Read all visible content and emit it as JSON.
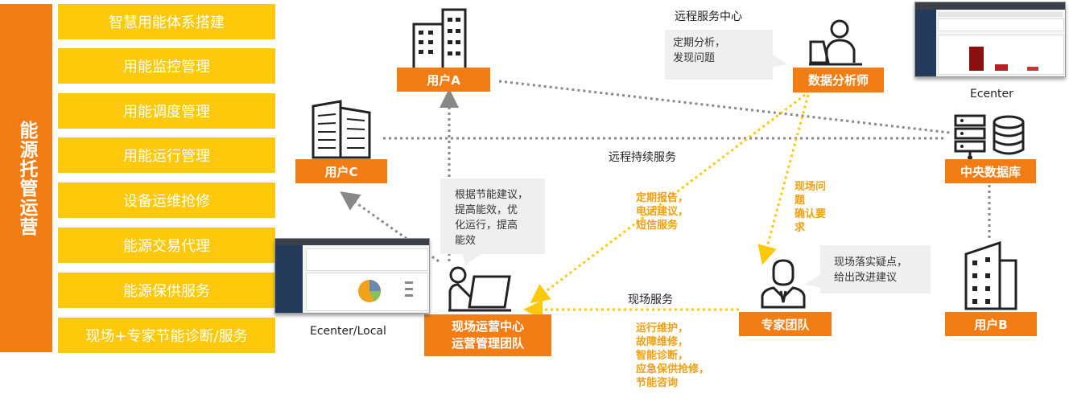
{
  "left_bar": {
    "title": "能源托管运营"
  },
  "services": [
    "智慧用能体系搭建",
    "用能监控管理",
    "用能调度管理",
    "用能运行管理",
    "设备运维抢修",
    "能源交易代理",
    "能源保供服务",
    "现场+专家节能诊断/服务"
  ],
  "nodes": {
    "user_a": "用户A",
    "user_b": "用户B",
    "user_c": "用户C",
    "analyst": "数据分析师",
    "central_db": "中央数据库",
    "onsite_team": "现场运营中心\n运营管理团队",
    "expert_team": "专家团队"
  },
  "labels": {
    "remote_center": "远程服务中心",
    "remote_service": "远程持续服务",
    "onsite_service": "现场服务",
    "ecenter": "Ecenter",
    "ecenter_local": "Ecenter/Local"
  },
  "bubbles": {
    "analysis": "定期分析，\n发现问题",
    "suggestion": "根据节能建议，\n提高能效，优\n化运行，提高\n能效",
    "expert": "现场落实疑点，\n给出改进建议"
  },
  "orange_labels": {
    "reports": "定期报告，\n电话建议，\n短信服务",
    "confirm": "现场问\n题\n确认要\n求",
    "maintenance": "运行维护，\n故障维修，\n智能诊断，\n应急保供抢修，\n节能咨询"
  },
  "colors": {
    "orange": "#f27d14",
    "yellow": "#fdc90a",
    "dotted_gray": "#888888",
    "dotted_yellow": "#fdc90a"
  }
}
